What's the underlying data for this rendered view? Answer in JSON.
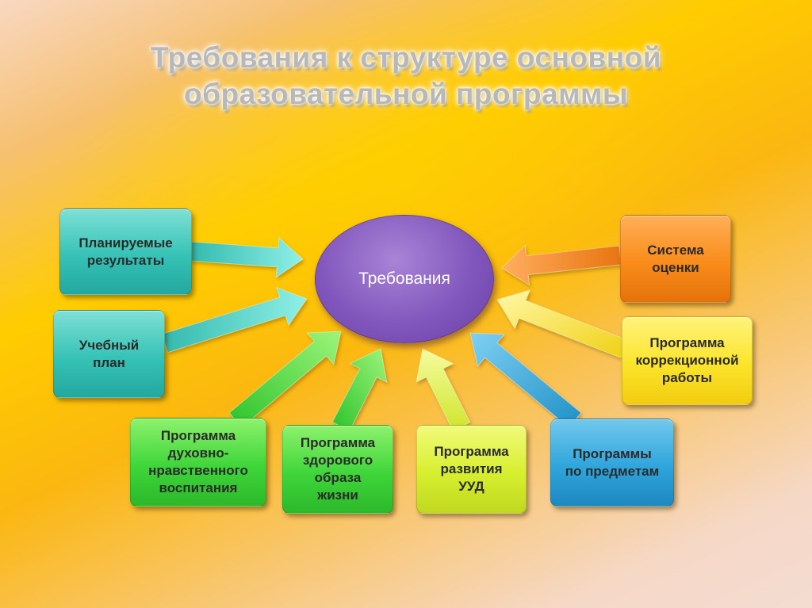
{
  "title": {
    "line1": "Требования к структуре основной",
    "line2": "образовательной программы"
  },
  "center": {
    "label": "Требования"
  },
  "nodes": {
    "planned_results": "Планируемые\nрезультаты",
    "curriculum": "Учебный\nплан",
    "moral_education": "Программа\nдуховно-\nнравственного\nвоспитания",
    "healthy_lifestyle": "Программа\nздорового\nобраза\nжизни",
    "uud_development": "Программа\nразвития\nУУД",
    "subject_programs": "Программы\nпо предметам",
    "correction_work": "Программа\nкоррекционной\nработы",
    "assessment_system": "Система\nоценки"
  },
  "colors": {
    "teal": "#36c2b6",
    "green": "#3fd63a",
    "lime": "#d6ef2e",
    "blue": "#2fa5dc",
    "yellow": "#fbe42a",
    "orange": "#f98c1a",
    "center": "#8257bd"
  }
}
